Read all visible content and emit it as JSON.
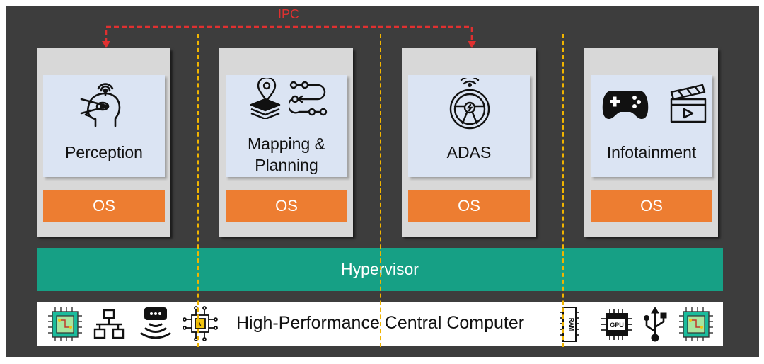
{
  "ipc": {
    "label": "IPC"
  },
  "vms": [
    {
      "app": "Perception",
      "os": "OS",
      "icons": [
        "head-perception-icon"
      ]
    },
    {
      "app_line1": "Mapping &",
      "app_line2": "Planning",
      "os": "OS",
      "icons": [
        "map-layers-icon",
        "route-path-icon"
      ]
    },
    {
      "app": "ADAS",
      "os": "OS",
      "icons": [
        "steering-wheel-icon"
      ]
    },
    {
      "app": "Infotainment",
      "os": "OS",
      "icons": [
        "gamepad-icon",
        "clapperboard-icon"
      ]
    }
  ],
  "hypervisor": {
    "label": "Hypervisor"
  },
  "hpc": {
    "label": "High-Performance Central Computer",
    "icons": [
      "chip-icon",
      "network-icon",
      "sensor-icon",
      "ai-chip-icon",
      "ram-icon",
      "gpu-icon",
      "usb-icon",
      "chip-icon"
    ],
    "ram_text": "RAM",
    "gpu_text": "GPU",
    "ai_text": "AI"
  },
  "colors": {
    "background": "#3d3d3d",
    "vm": "#d8d8d8",
    "app": "#dbe4f3",
    "os": "#ed7d31",
    "hypervisor": "#16a085",
    "ipc": "#e03030",
    "separator": "#f0b400"
  }
}
